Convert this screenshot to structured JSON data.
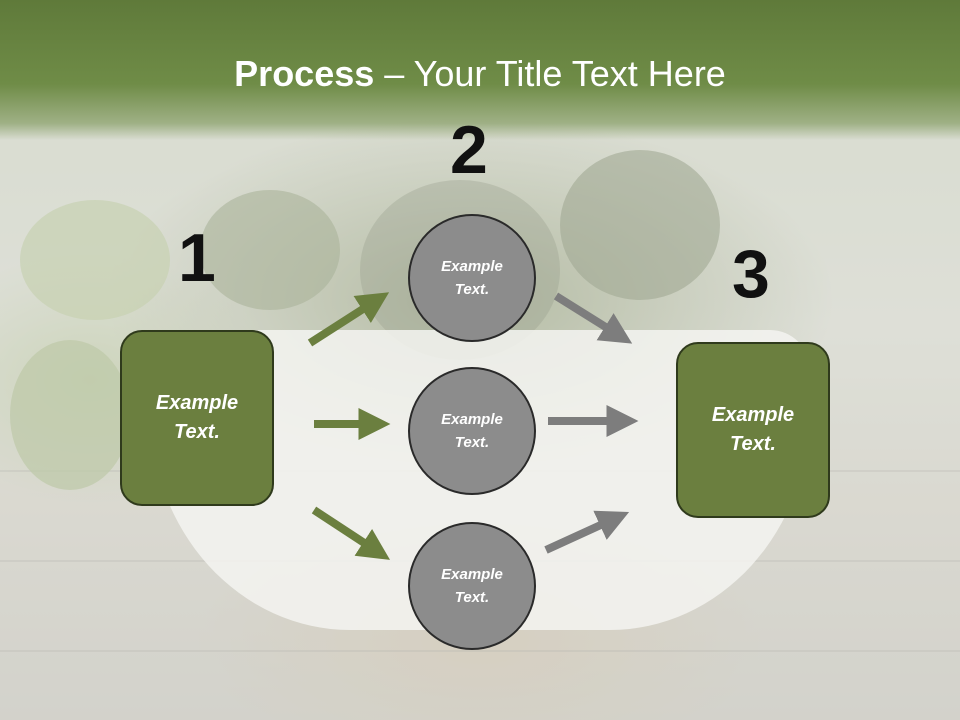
{
  "slide": {
    "title_bold": "Process",
    "title_rest": " – Your Title Text Here",
    "steps": [
      {
        "number": "1",
        "text": "Example Text."
      },
      {
        "number": "2",
        "text": "Example Text."
      },
      {
        "number": "3",
        "text": "Example Text."
      }
    ],
    "circles": [
      {
        "text": "Example Text."
      },
      {
        "text": "Example Text."
      },
      {
        "text": "Example Text."
      }
    ]
  },
  "colors": {
    "title_band": "#6f8c47",
    "box_fill": "#6b7f3f",
    "circle_fill": "#8c8c8c",
    "green_arrow": "#6b7f3f",
    "gray_arrow": "#7a7a7a"
  }
}
